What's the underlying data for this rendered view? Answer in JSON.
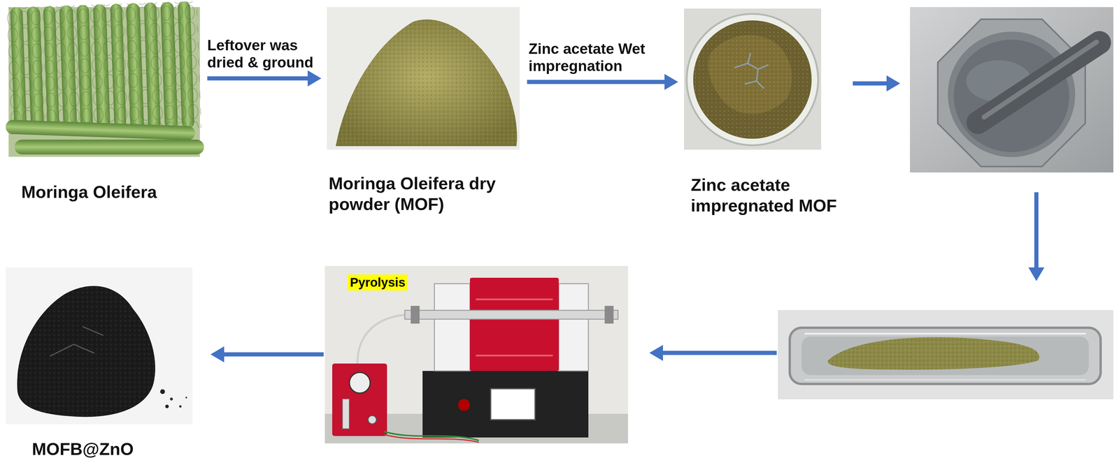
{
  "diagram": {
    "nodes": [
      {
        "text": [
          "Moringa Oleifera"
        ]
      },
      {
        "text": [
          "Moringa Oleifera dry powder (MOF)"
        ]
      },
      {
        "text": [
          "Zinc acetate impregnated MOF"
        ]
      },
      {
        "text": []
      },
      {
        "text": []
      },
      {
        "text": [
          "Pyrolysis"
        ]
      },
      {
        "text": [
          "MOFB@ZnO"
        ]
      }
    ],
    "edges": [
      {
        "from": 0,
        "to": 1,
        "arrow": "to",
        "label": "Leftover was dried & ground"
      },
      {
        "from": 1,
        "to": 2,
        "arrow": "to",
        "label": "Zinc acetate Wet impregnation"
      },
      {
        "from": 2,
        "to": 3,
        "arrow": "to"
      },
      {
        "from": 3,
        "to": 4,
        "arrow": "to"
      },
      {
        "from": 4,
        "to": 5,
        "arrow": "to"
      },
      {
        "from": 5,
        "to": 6,
        "arrow": "to"
      }
    ]
  }
}
